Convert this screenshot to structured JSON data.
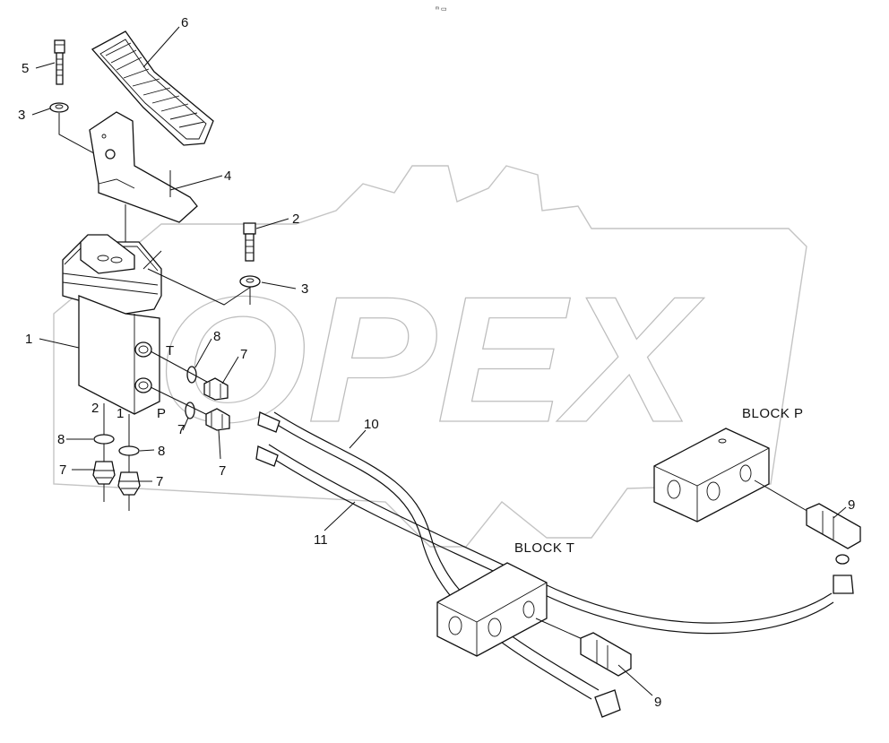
{
  "watermark": {
    "text": "OPEX",
    "color": "#bdbdbd"
  },
  "top_mark": "ᵐ ▭",
  "blocks": {
    "block_p": "BLOCK P",
    "block_t": "BLOCK T"
  },
  "port_labels": {
    "t": "T",
    "p": "P"
  },
  "callouts": {
    "c1_main": "1",
    "c1_port": "1",
    "c2_top": "2",
    "c2_port": "2",
    "c3_left": "3",
    "c3_right": "3",
    "c4": "4",
    "c5": "5",
    "c6": "6",
    "c7_a": "7",
    "c7_b": "7",
    "c7_c": "7",
    "c7_d": "7",
    "c8_a": "8",
    "c8_b": "8",
    "c8_c": "8",
    "c9_a": "9",
    "c9_b": "9",
    "c10": "10",
    "c11": "11"
  }
}
